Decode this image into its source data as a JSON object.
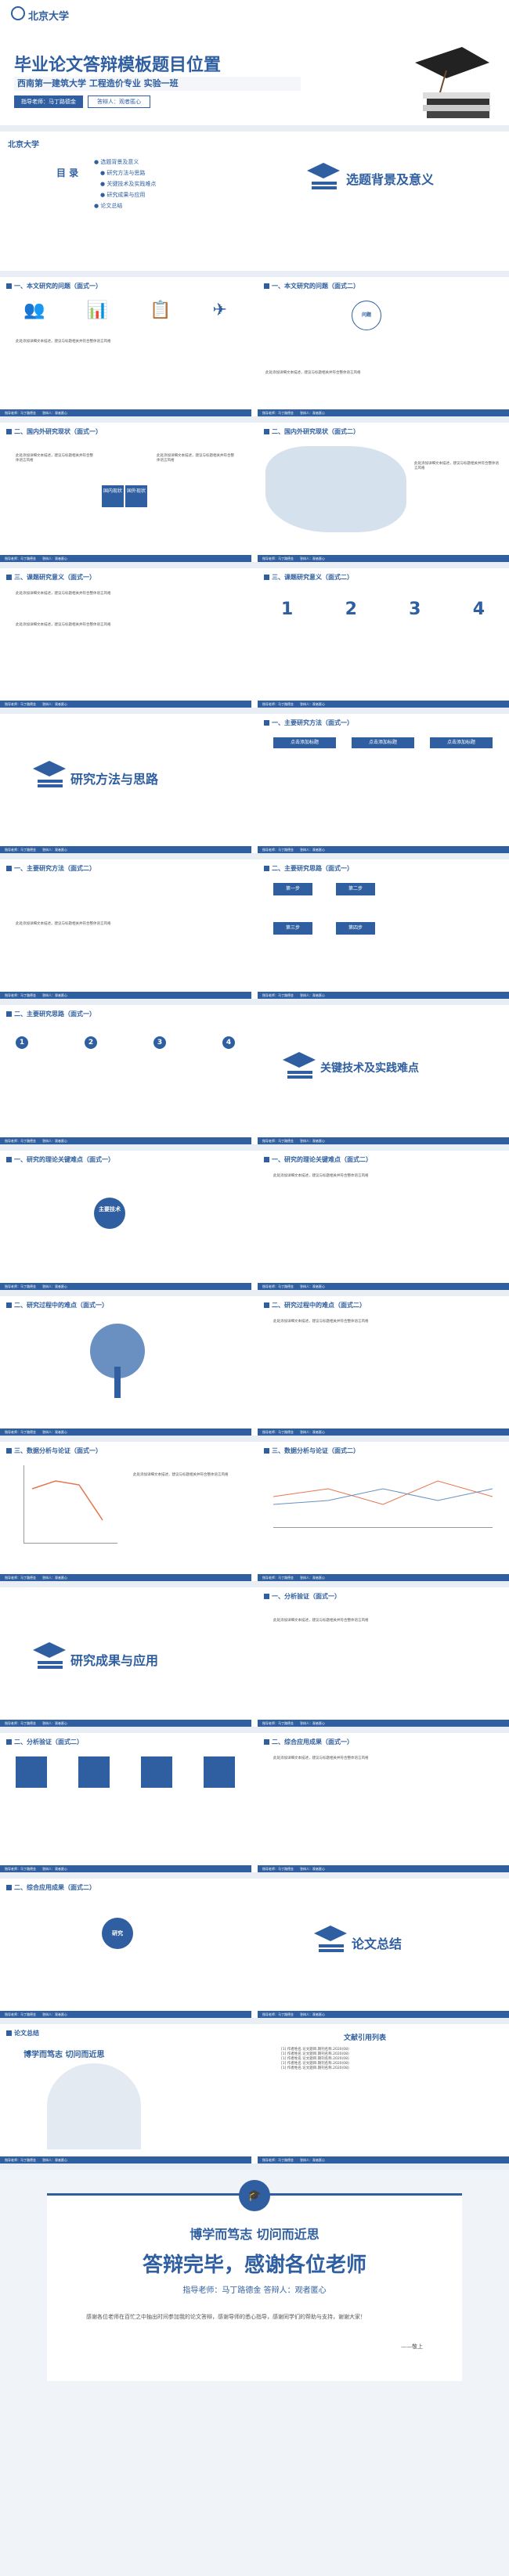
{
  "cover": {
    "logo_text": "北京大学",
    "title": "毕业论文答辩模板题目位置",
    "subtitle": "西南第一建筑大学   工程造价专业   实验一班",
    "advisor": "指导老师：马丁路德金",
    "student": "答辩人：观者匿心"
  },
  "toc": {
    "logo_text": "北京大学",
    "label": "目 录",
    "items": [
      "选题背景及意义",
      "研究方法与思路",
      "关键技术及实践难点",
      "研究成果与应用",
      "论文总结"
    ]
  },
  "section1": {
    "title": "选题背景及意义"
  },
  "section2": {
    "title": "研究方法与思路"
  },
  "section3": {
    "title": "关键技术及实践难点"
  },
  "section4": {
    "title": "研究成果与应用"
  },
  "section5": {
    "title": "论文总结"
  },
  "slides": {
    "bg1": "一、本文研究的问题（面式一）",
    "bg2": "一、本文研究的问题（面式二）",
    "bg3": "二、国内外研究现状（面式一）",
    "bg4": "二、国内外研究现状（面式二）",
    "bg5": "三、课题研究意义（面式一）",
    "bg6": "三、课题研究意义（面式二）",
    "m1": "一、主要研究方法（面式一）",
    "m2": "一、主要研究方法（面式二）",
    "m3": "二、主要研究思路（面式一）",
    "k1": "一、研究的理论关键难点（面式一）",
    "k2": "一、研究的理论关键难点（面式二）",
    "k3": "二、研究过程中的难点（面式一）",
    "k4": "二、研究过程中的难点（面式二）",
    "k5": "三、数据分析与论证（面式一）",
    "k6": "三、数据分析与论证（面式二）",
    "r1": "一、分析验证（面式一）",
    "r2": "二、分析验证（面式二）",
    "r3": "二、综合应用成果（面式一）",
    "r4": "二、综合应用成果（面式二）",
    "sum1": "论文总结",
    "refs_title": "文献引用列表"
  },
  "labels": {
    "question": "问题",
    "research": "研究",
    "domestic": "国内现状",
    "foreign": "国外现状",
    "core_tech": "主要技术",
    "research_core": "研究",
    "step1": "第一步",
    "step2": "第二步",
    "step3": "第三步",
    "step4": "第四步",
    "add_title": "点击添加标题",
    "lorem": "此处添加详细文本描述，建议与标题相关并符合整体语言风格",
    "ref_item": "[1] 作者姓名.论文题目.期刊名称.2020(08)"
  },
  "footer": {
    "a": "指导老师：马丁路德金",
    "b": "答辩人：观者匿心"
  },
  "ending": {
    "slogan": "博学而笃志   切问而近思",
    "title": "答辩完毕，感谢各位老师",
    "advisor": "指导老师：马丁路德金",
    "student": "答辩人：观者匿心",
    "quote": "感谢各位老师在百忙之中抽出时间参加我的论文答辩，感谢导师的悉心指导，感谢同学们的帮助与支持，谢谢大家！",
    "sign": "——敬上"
  }
}
